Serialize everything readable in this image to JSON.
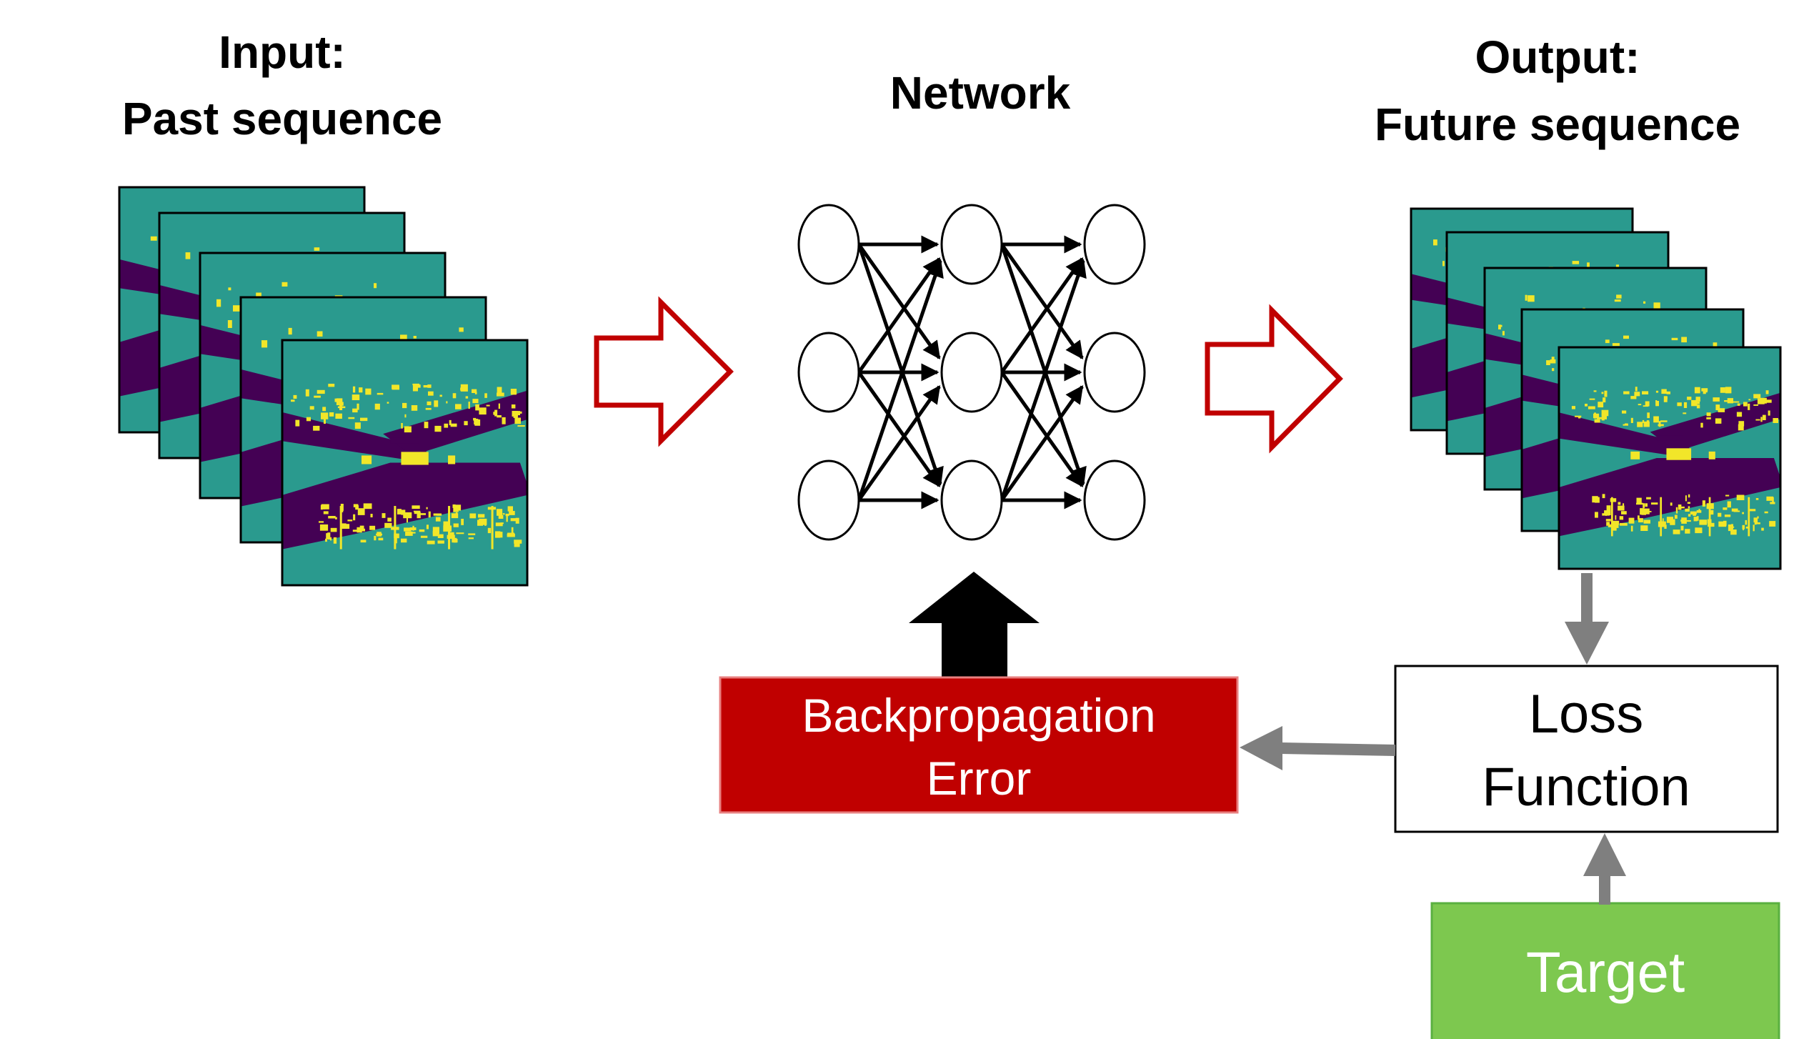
{
  "input_heading": {
    "line1": "Input:",
    "line2": "Past sequence"
  },
  "network_heading": "Network",
  "output_heading": {
    "line1": "Output:",
    "line2": "Future sequence"
  },
  "backprop_box": {
    "line1": "Backpropagation",
    "line2": "Error",
    "fill": "#C00000",
    "text_color": "#FFFFFF"
  },
  "loss_box": {
    "line1": "Loss",
    "line2": "Function",
    "fill": "#FFFFFF",
    "text_color": "#000000"
  },
  "target_box": {
    "label": "Target",
    "fill": "#7DC84F",
    "text_color": "#FFFFFF"
  },
  "colors": {
    "frame_teal": "#2A9A8E",
    "frame_purple": "#440154",
    "frame_yellow": "#F2E629",
    "flow_arrow_outline": "#C00000",
    "feedback_arrow": "#7F7F7F",
    "backprop_arrow": "#000000"
  },
  "network": {
    "layers": 3,
    "nodes_per_layer": 3
  },
  "input_frames": 5,
  "output_frames": 5
}
